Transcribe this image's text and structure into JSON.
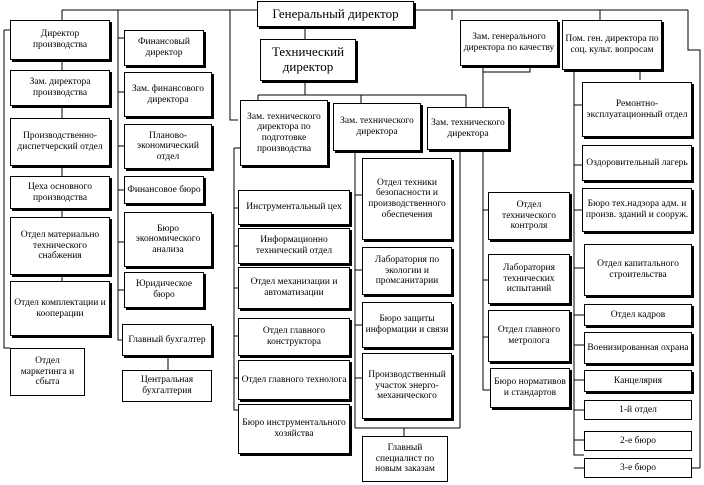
{
  "nodes": {
    "gen": "Генеральный директор",
    "tech": "Технический директор",
    "dir_prod": "Директор производства",
    "zam_prod": "Зам. директора производства",
    "pdo": "Производственно-диспетчерский отдел",
    "ceha": "Цеха основного производства",
    "omts": "Отдел материально технического снабжения",
    "okk": "Отдел комплектации и кооперации",
    "marketing": "Отдел маркетинга и сбыта",
    "fin_dir": "Финансовый директор",
    "zam_fin": "Зам. финансового директора",
    "peo": "Планово-экономический отдел",
    "fin_bur": "Финансовое бюро",
    "bur_econ": "Бюро экономического анализа",
    "yur": "Юридическое бюро",
    "gl_buh": "Главный бухгалтер",
    "centr_buh": "Центральная бухгалтерия",
    "zam_tech_podg": "Зам. технического директора по подготовке производства",
    "instr_ceh": "Инструментальный цех",
    "info_tech": "Информационно технический отдел",
    "mech": "Отдел механизации и автоматизации",
    "okg": "Отдел главного конструктора",
    "ogt": "Отдел главного технолога",
    "bur_instr": "Бюро инструментального хозяйства",
    "zam_tech2": "Зам. технического директора",
    "zam_tech3": "Зам. технического директора",
    "otb": "Отдел техники безопасности и производственного обеспечения",
    "lab_eco": "Лаборатория по экологии и промсанитарии",
    "bur_zash": "Бюро защиты информации и связи",
    "prod_uch": "Производственный участок энерго-механического",
    "gl_spec": "Главный специалист по новым заказам",
    "zam_kach": "Зам. генерального директора по качеству",
    "otk": "Отдел технического контроля",
    "lab_isp": "Лаборатория технических испытаний",
    "ogm": "Отдел главного метролога",
    "bur_norm": "Бюро нормативов и стандартов",
    "pom_gen": "Пом. ген. директора по соц. культ. вопросам",
    "remont": "Ремонтно-эксплуатационный отдел",
    "ozdorov": "Оздоровительный лагерь",
    "bur_nadz": "Бюро тех.надзора адм. и произв. зданий и сооруж.",
    "kap_str": "Отдел капитального строительства",
    "kadry": "Отдел кадров",
    "vohr": "Военизированная охрана",
    "kanc": "Канцелярия",
    "otdel1": "1-й отдел",
    "bur2": "2-е бюро",
    "bur3": "3-е бюро"
  }
}
